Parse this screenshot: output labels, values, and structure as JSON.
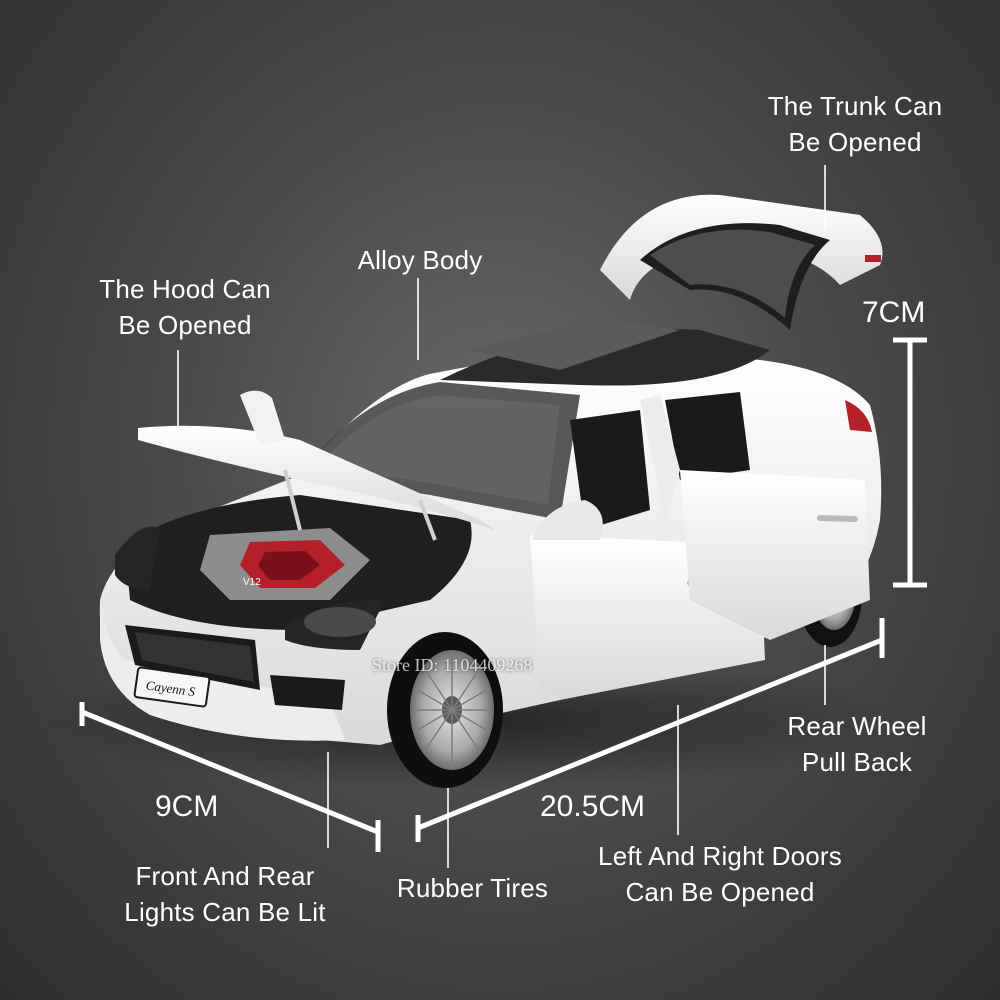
{
  "callouts": {
    "trunk": [
      "The Trunk Can",
      "Be Opened"
    ],
    "alloy_body": "Alloy Body",
    "hood": [
      "The Hood Can",
      "Be Opened"
    ],
    "rear_wheel": [
      "Rear Wheel",
      "Pull Back"
    ],
    "lights": [
      "Front And Rear",
      "Lights Can Be Lit"
    ],
    "tires": "Rubber Tires",
    "doors": [
      "Left And Right Doors",
      "Can Be Opened"
    ]
  },
  "dimensions": {
    "height": "7CM",
    "width": "9CM",
    "length": "20.5CM"
  },
  "product": {
    "model_badge": "Cayenn S",
    "engine_badge": "V12"
  },
  "watermark": "Store ID: 1104409268",
  "colors": {
    "background": "#4a4a4a",
    "car_body": "#f2f2f2",
    "accent_red": "#b3202a",
    "text": "#ffffff"
  }
}
